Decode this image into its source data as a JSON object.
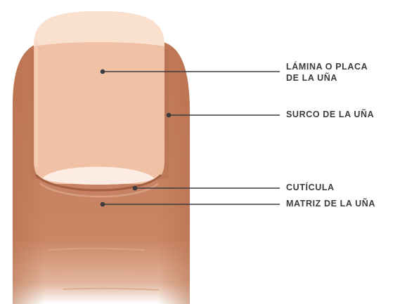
{
  "labels": {
    "nail_plate_line1": "LÁMINA O PLACA",
    "nail_plate_line2": "DE LA UÑA",
    "nail_groove": "SURCO DE LA UÑA",
    "cuticle": "CUTÍCULA",
    "matrix": "MATRIZ DE LA UÑA"
  },
  "colors": {
    "skin": "#c98564",
    "skin_dark": "#b8714f",
    "nail_plate": "#f1c1a5",
    "nail_tip": "#fae0cf",
    "lunula": "#fdece3",
    "leader_line": "#3a3c40",
    "label_text": "#3a3c40"
  }
}
